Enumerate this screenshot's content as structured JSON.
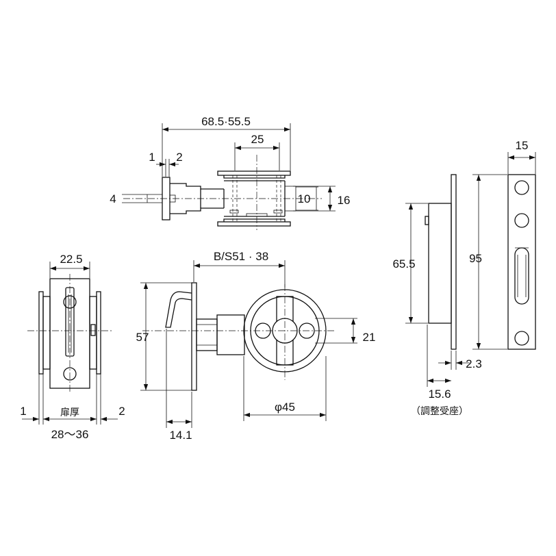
{
  "dimensions": {
    "total_length": "68.5·55.5",
    "span_25": "25",
    "d1": "1",
    "d2": "2",
    "d4": "4",
    "d10": "10",
    "d16": "16",
    "width_22_5": "22.5",
    "backset": "B/S51 · 38",
    "height_57": "57",
    "height_21": "21",
    "face_1": "1",
    "door_thickness_label": "扉厚",
    "face_2": "2",
    "door_range": "28～36",
    "proj_14_1": "14.1",
    "dia_45": "φ45",
    "height_65_5": "65.5",
    "height_95": "95",
    "width_15": "15",
    "thick_2_3": "2.3",
    "adjust_15_6": "15.6",
    "adjust_note": "（調整受座）"
  }
}
